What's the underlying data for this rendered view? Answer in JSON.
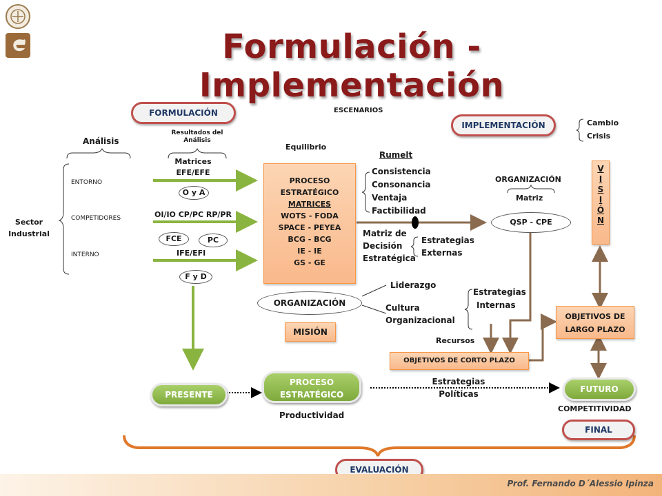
{
  "title": "Formulación - Implementación",
  "footer": "Prof. Fernando D´Alessio Ipinza",
  "formulacion": "FORMULACIÓN",
  "implementacion": "IMPLEMENTACIÓN",
  "escenarios": "ESCENARIOS",
  "cambio": "Cambio",
  "crisis": "Crisis",
  "analisis": "Análisis",
  "resultados": "Resultados del Análisis",
  "equilibrio": "Equilibrio",
  "sector": "Sector Industrial",
  "entorno": "ENTORNO",
  "competidores": "COMPETIDORES",
  "interno": "INTERNO",
  "matrices_efe": "Matrices EFE/EFE",
  "oya": "O y A",
  "oi_io": "OI/IO  CP/PC  RP/PR",
  "fce": "FCE",
  "pc": "PC",
  "ife_efi": "IFE/EFI",
  "fyd": "F y D",
  "proceso_box": [
    "PROCESO",
    "ESTRATÉGICO",
    "MATRICES",
    "WOTS - FODA",
    "SPACE - PEYEA",
    "BCG - BCG",
    "IE - IE",
    "GS - GE"
  ],
  "rumelt": "Rumelt",
  "rumelt_items": [
    "Consistencia",
    "Consonancia",
    "Ventaja",
    "Factibilidad"
  ],
  "matriz_decision": [
    "Matriz de",
    "Decisión",
    "Estratégica"
  ],
  "estrategias_externas": [
    "Estrategias",
    "Externas"
  ],
  "organizacion_right": "ORGANIZACIÓN",
  "matriz": "Matriz",
  "qsp": "QSP - CPE",
  "vision_letters": [
    "V",
    "I",
    "S",
    "I",
    "Ó",
    "N"
  ],
  "liderazgo": "Liderazgo",
  "organizacion_oval": "ORGANIZACIÓN",
  "cultura": [
    "Cultura",
    "Organizacional"
  ],
  "estrategias_internas": [
    "Estrategias",
    "Internas"
  ],
  "mision": "MISIÓN",
  "objetivos_largo": [
    "OBJETIVOS DE",
    "LARGO PLAZO"
  ],
  "recursos": "Recursos",
  "objetivos_corto": "OBJETIVOS DE CORTO PLAZO",
  "presente": "PRESENTE",
  "proceso_pill": [
    "PROCESO",
    "ESTRATÉGICO"
  ],
  "productividad": "Productividad",
  "estrategias_politicas": [
    "Estrategias",
    "Políticas"
  ],
  "futuro": "FUTURO",
  "competitividad": "COMPETITIVIDAD",
  "final": "FINAL",
  "evaluacion": "EVALUACIÓN",
  "colors": {
    "green_arrow": "#8ab440",
    "brown_arrow": "#8b6b4f",
    "orange_brace": "#e0782a",
    "title": "#8b1a1a"
  }
}
